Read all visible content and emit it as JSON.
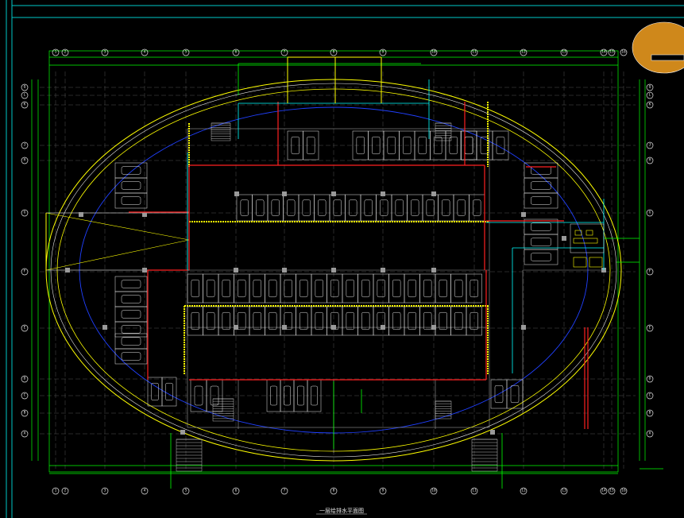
{
  "drawing": {
    "title": "一层给排水平面图",
    "colors": {
      "background": "#000000",
      "frame": "#00c8c8",
      "grid_green": "#00ff00",
      "wall_yellow": "#ffff00",
      "pipe_red": "#ff2020",
      "pipe_cyan": "#00ffff",
      "drain_blue": "#2040ff",
      "white": "#e8e8e8",
      "grey": "#9a9a9a"
    },
    "axes_top": [
      "1",
      "2",
      "3",
      "4",
      "5",
      "6",
      "7",
      "8",
      "9",
      "10",
      "11",
      "12",
      "13",
      "14",
      "15",
      "16"
    ],
    "axes_left": [
      "Q",
      "L",
      "K",
      "J",
      "H",
      "G",
      "F",
      "E",
      "D",
      "C",
      "B",
      "A"
    ],
    "axes_right": [
      "Q",
      "L",
      "K",
      "J",
      "H",
      "G",
      "F",
      "E",
      "D",
      "C",
      "B",
      "A"
    ]
  }
}
